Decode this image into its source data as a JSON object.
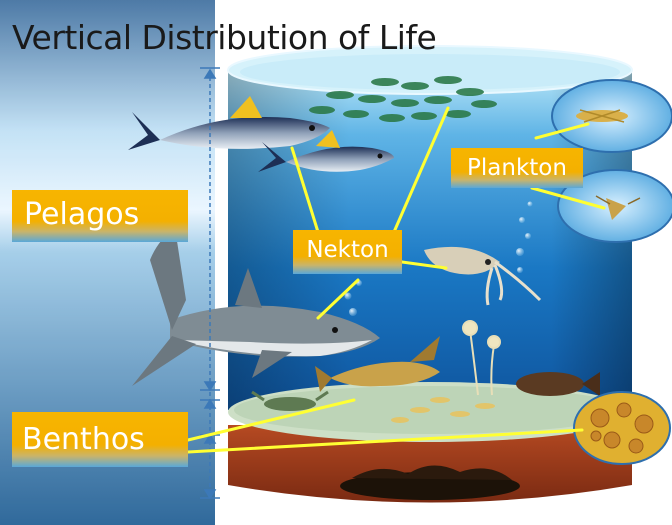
{
  "diagram": {
    "title": "Vertical Distribution of Life",
    "labels": {
      "pelagos": "Pelagos",
      "benthos": "Benthos",
      "nekton": "Nekton",
      "plankton": "Plankton"
    },
    "colors": {
      "label_fill": "#f5b400",
      "leader_line": "#ffff33",
      "water_top": "#9fd8f2",
      "water_deep": "#0a5ea8",
      "seafloor": "#c9dcc0",
      "sediment": "#c8572a"
    }
  }
}
